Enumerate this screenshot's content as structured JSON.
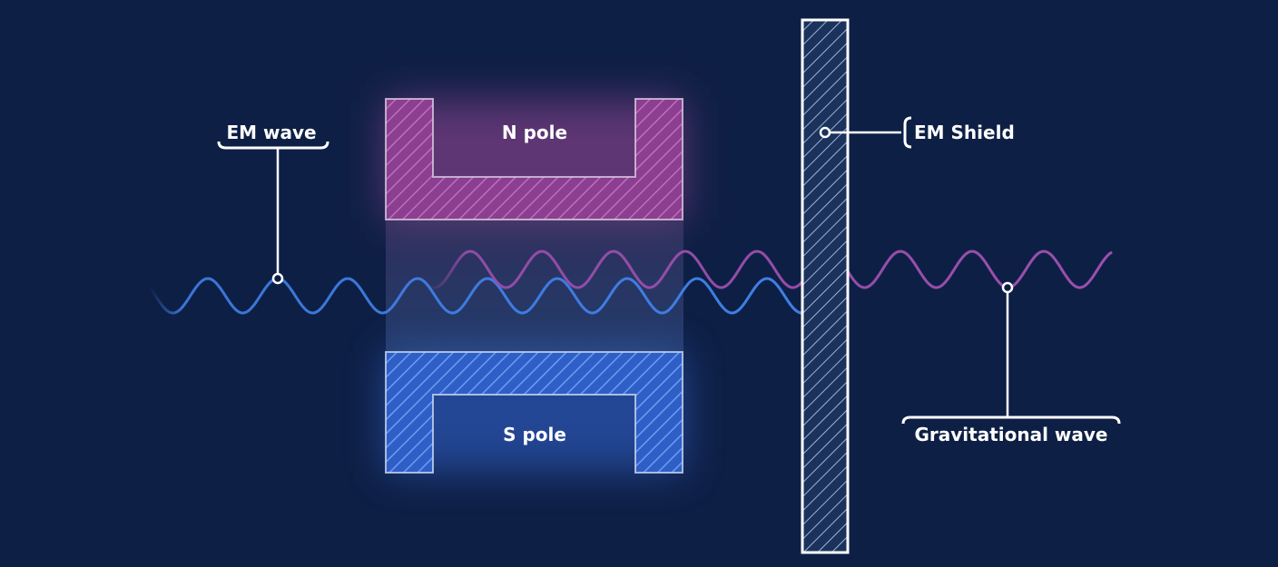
{
  "diagram": {
    "labels": {
      "em_wave": "EM wave",
      "n_pole": "N pole",
      "s_pole": "S pole",
      "em_shield": "EM Shield",
      "gravitational_wave": "Gravitational wave"
    },
    "colors": {
      "background": "#0e1f45",
      "em_wave": "#3f7fe6",
      "gravitational_wave": "#9c4fae",
      "n_pole": "#b04a9e",
      "s_pole": "#3a6ed8",
      "shield_fill": "#1d3a66",
      "outline": "#ffffff"
    }
  }
}
